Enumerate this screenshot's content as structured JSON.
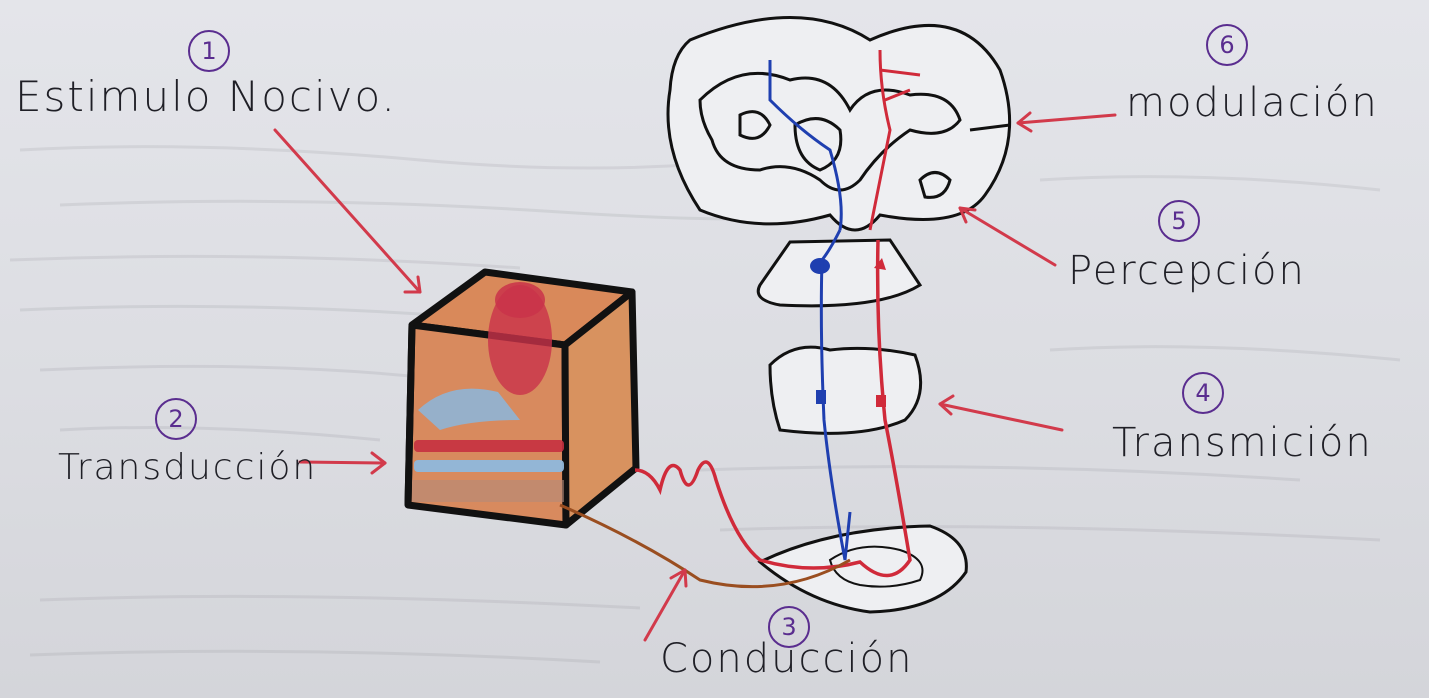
{
  "steps": [
    {
      "number": "1",
      "label": "Estimulo Nocivo."
    },
    {
      "number": "2",
      "label": "Transducción"
    },
    {
      "number": "3",
      "label": "Conducción"
    },
    {
      "number": "4",
      "label": "Transmición"
    },
    {
      "number": "5",
      "label": "Percepción"
    },
    {
      "number": "6",
      "label": "modulación"
    }
  ],
  "colors": {
    "ink": "#1f1f26",
    "number_ink": "#5a2d8f",
    "arrow": "#d23a4b",
    "afferent": "#d02a3a",
    "efferent": "#1f3fb0",
    "tissue": "#d6895c"
  }
}
